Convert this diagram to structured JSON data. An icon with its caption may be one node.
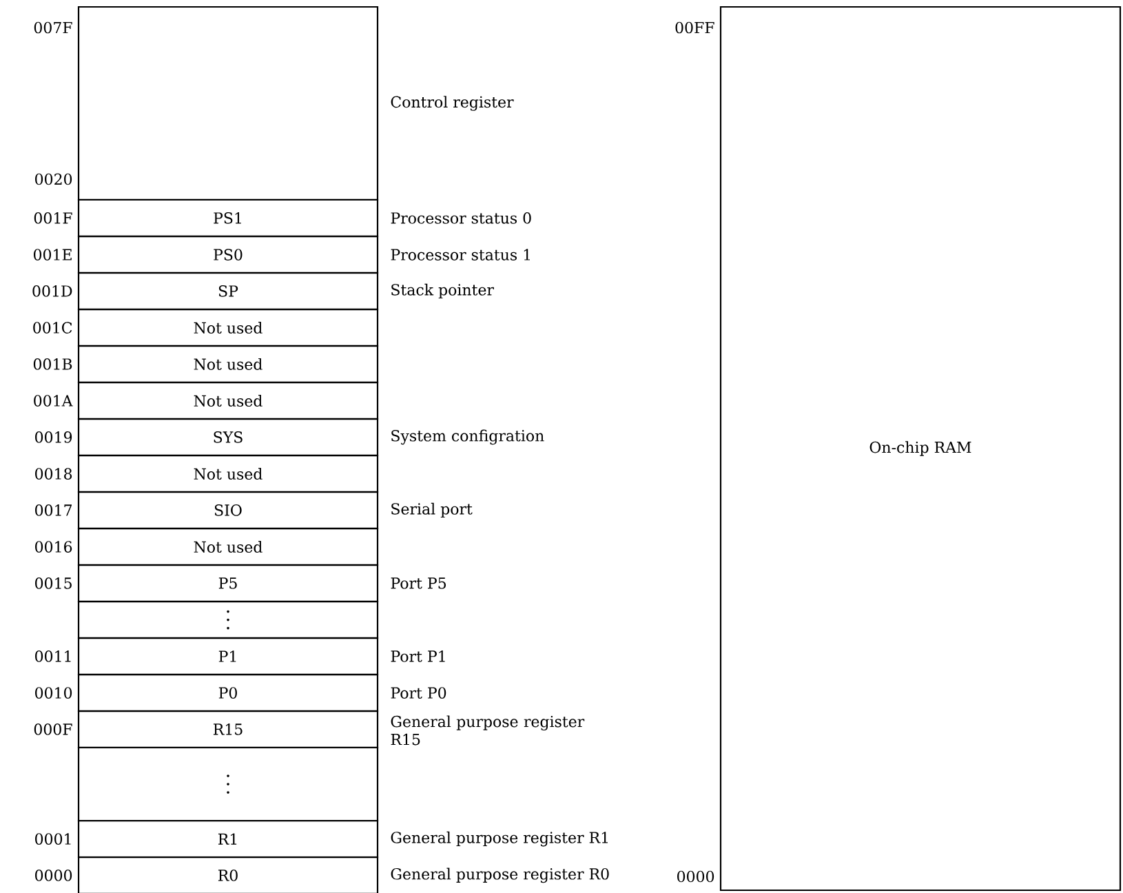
{
  "diagram": {
    "nodes": [
      {
        "text": [],
        "shape": "box",
        "beside": [
          "007F",
          "0020",
          "Control register"
        ]
      },
      {
        "text": [
          "PS1"
        ],
        "beside": [
          "001F",
          "Processor status 0"
        ]
      },
      {
        "text": [
          "PS0"
        ],
        "beside": [
          "001E",
          "Processor status 1"
        ]
      },
      {
        "text": [
          "SP"
        ],
        "beside": [
          "001D",
          "Stack pointer"
        ]
      },
      {
        "text": [
          "Not used"
        ],
        "beside": [
          "001C"
        ]
      },
      {
        "text": [
          "Not used"
        ],
        "beside": [
          "001B"
        ]
      },
      {
        "text": [
          "Not used"
        ],
        "beside": [
          "001A"
        ]
      },
      {
        "text": [
          "SYS"
        ],
        "beside": [
          "0019",
          "System configration"
        ]
      },
      {
        "text": [
          "Not used"
        ],
        "beside": [
          "0018"
        ]
      },
      {
        "text": [
          "SIO"
        ],
        "beside": [
          "0017",
          "Serial port"
        ]
      },
      {
        "text": [
          "Not used"
        ],
        "beside": [
          "0016"
        ]
      },
      {
        "text": [
          "P5"
        ],
        "beside": [
          "0015",
          "Port P5"
        ]
      },
      {
        "text": [],
        "shape": "box"
      },
      {
        "text": [
          "P1"
        ],
        "beside": [
          "0011",
          "Port P1"
        ]
      },
      {
        "text": [
          "P0"
        ],
        "beside": [
          "0010",
          "Port P0"
        ]
      },
      {
        "text": [
          "R15"
        ],
        "beside": [
          "000F",
          "General purpose register R15"
        ]
      },
      {
        "text": [],
        "shape": "box"
      },
      {
        "text": [
          "R1"
        ],
        "beside": [
          "0001",
          "General purpose register R1"
        ]
      },
      {
        "text": [
          "R0"
        ],
        "beside": [
          "0000",
          "General purpose register R0"
        ]
      },
      {
        "text": [
          "On-chip RAM"
        ],
        "beside": [
          "00FF",
          "0000"
        ]
      }
    ]
  }
}
